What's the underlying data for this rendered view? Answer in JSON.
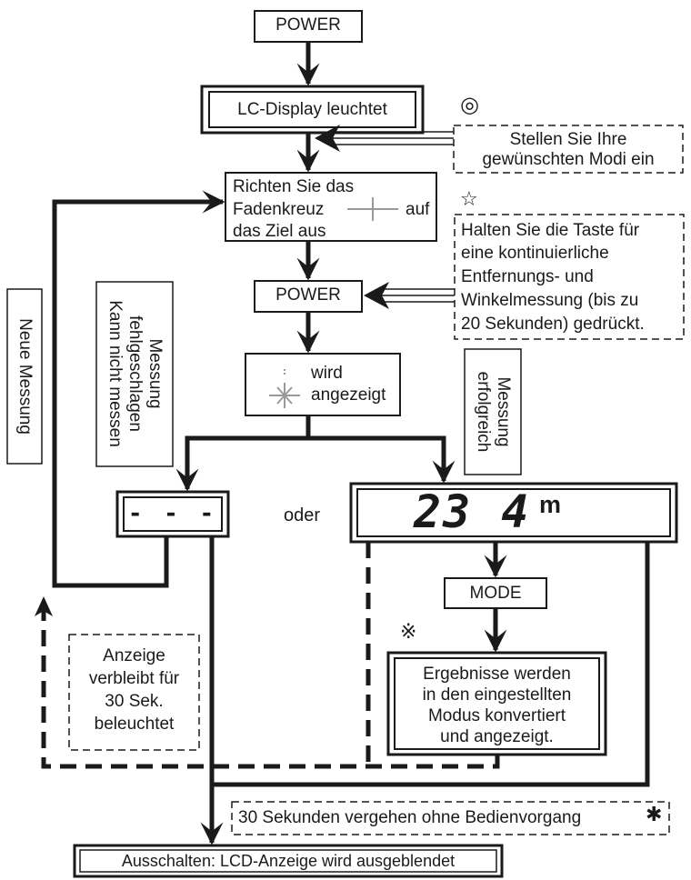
{
  "nodes": {
    "power1": "POWER",
    "lc_display": "LC-Display leuchtet",
    "aim": {
      "line1": "Richten Sie das",
      "line2a": "Fadenkreuz",
      "line2b": "auf",
      "line3": "das Ziel aus"
    },
    "power2": "POWER",
    "displayed": {
      "line1": "wird",
      "line2": "angezeigt"
    },
    "fail_display": "- - -",
    "or_label": "oder",
    "lcd_value": "23 4",
    "lcd_unit": "m",
    "mode": "MODE",
    "converted": {
      "line1": "Ergebnisse werden",
      "line2": "in den eingestellten",
      "line3": "Modus konvertiert",
      "line4": "und angezeigt."
    },
    "shutdown": "Ausschalten: LCD-Anzeige wird ausgeblendet"
  },
  "notes": {
    "modes_symbol": "◎",
    "modes": {
      "line1": "Stellen Sie Ihre",
      "line2": "gewünschten Modi ein"
    },
    "hold_symbol": "☆",
    "hold": {
      "line1": "Halten Sie die Taste für",
      "line2": "eine kontinuierliche",
      "line3": "Entfernungs- und",
      "line4": "Winkelmessung (bis zu",
      "line5": "20 Sekunden) gedrückt."
    },
    "conversion_symbol": "※",
    "remains": {
      "line1": "Anzeige",
      "line2": "verbleibt für",
      "line3": "30 Sek.",
      "line4": "beleuchtet"
    },
    "timeout": "30 Sekunden vergehen ohne Bedienvorgang",
    "timeout_symbol": "✱"
  },
  "side_labels": {
    "new_measurement": "Neue Messung",
    "failed": {
      "line1": "Messung",
      "line2": "fehlgeschlagen",
      "line3": "Kann nicht messen"
    },
    "success": {
      "line1": "Messung",
      "line2": "erfolgreich"
    }
  }
}
